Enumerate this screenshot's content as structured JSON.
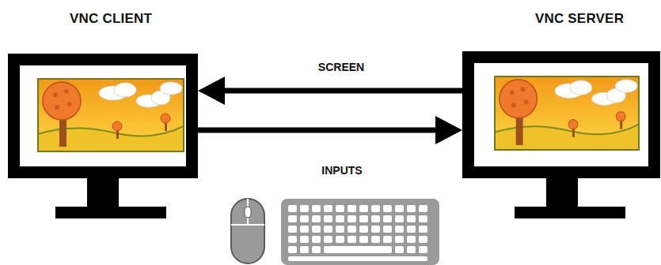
{
  "diagram": {
    "nodes": [
      {
        "text": [
          "VNC CLIENT"
        ]
      },
      {
        "text": [
          "VNC SERVER"
        ]
      }
    ],
    "edges": [
      {
        "from": 1,
        "to": 0,
        "label": "SCREEN",
        "arrow": "to"
      },
      {
        "from": 0,
        "to": 1,
        "label": "INPUTS",
        "arrow": "to"
      }
    ]
  }
}
